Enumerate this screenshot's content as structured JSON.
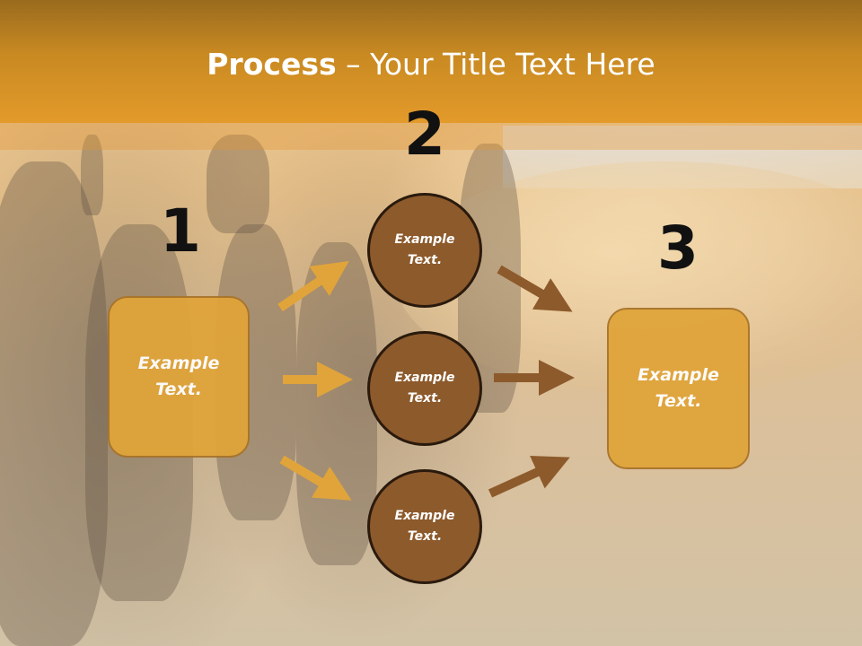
{
  "title": {
    "bold": "Process",
    "rest": " – Your Title Text Here"
  },
  "steps": {
    "n1": "1",
    "n2": "2",
    "n3": "3",
    "left_box": {
      "line1": "Example",
      "line2": "Text."
    },
    "circles": [
      {
        "line1": "Example",
        "line2": "Text."
      },
      {
        "line1": "Example",
        "line2": "Text."
      },
      {
        "line1": "Example",
        "line2": "Text."
      }
    ],
    "right_box": {
      "line1": "Example",
      "line2": "Text."
    }
  },
  "colors": {
    "title_bar": "#e39a2a",
    "box_fill": "#e0a43a",
    "circle_fill": "#8d5a2c",
    "arrow_light": "#e0a43a",
    "arrow_dark": "#8d5a2c"
  }
}
